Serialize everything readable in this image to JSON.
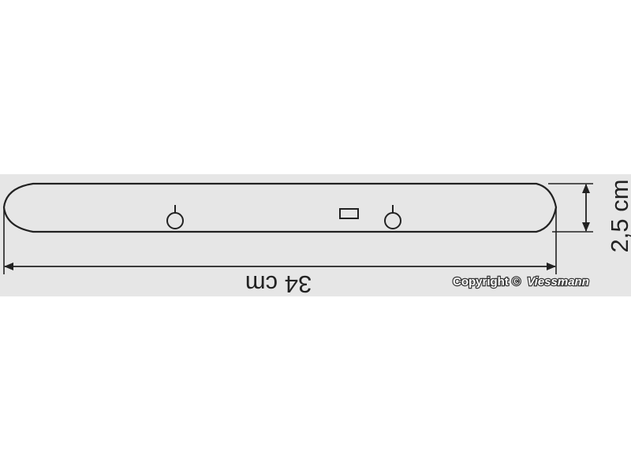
{
  "dimensions": {
    "length_label": "34 cm",
    "height_label": "2,5 cm"
  },
  "copyright": {
    "text": "Copyright ©",
    "brand": "Viessmann"
  },
  "colors": {
    "background_band": "#e6e6e6",
    "line": "#222222"
  }
}
